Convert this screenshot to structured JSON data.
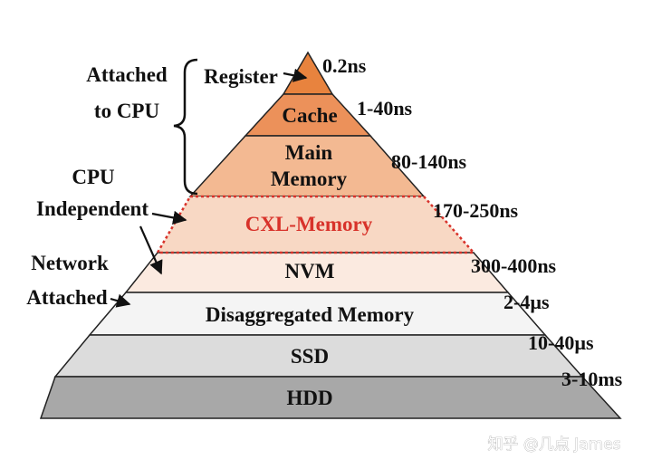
{
  "tiers": [
    {
      "id": "register",
      "label": "Register",
      "latency": "0.2ns",
      "fill": "#e8833e"
    },
    {
      "id": "cache",
      "label": "Cache",
      "latency": "1-40ns",
      "fill": "#ec915a"
    },
    {
      "id": "main-memory",
      "label1": "Main",
      "label2": "Memory",
      "latency": "80-140ns",
      "fill": "#f3b992"
    },
    {
      "id": "cxl-memory",
      "label": "CXL-Memory",
      "latency": "170-250ns",
      "fill": "#f8d8c4"
    },
    {
      "id": "nvm",
      "label": "NVM",
      "latency": "300-400ns",
      "fill": "#fbeae0"
    },
    {
      "id": "disaggregated-memory",
      "label": "Disaggregated Memory",
      "latency": "2-4µs",
      "fill": "#f4f4f4"
    },
    {
      "id": "ssd",
      "label": "SSD",
      "latency": "10-40µs",
      "fill": "#dcdcdc"
    },
    {
      "id": "hdd",
      "label": "HDD",
      "latency": "3-10ms",
      "fill": "#a8a8a8"
    }
  ],
  "side_labels": {
    "attached_line1": "Attached",
    "attached_line2": "to CPU",
    "cpu_line1": "CPU",
    "cpu_line2": "Independent",
    "network_line1": "Network",
    "network_line2": "Attached"
  },
  "colors": {
    "cxl_text": "#d8322a",
    "cxl_border": "#d8322a",
    "outline": "#222222"
  },
  "watermark": "知乎 @几点 James"
}
